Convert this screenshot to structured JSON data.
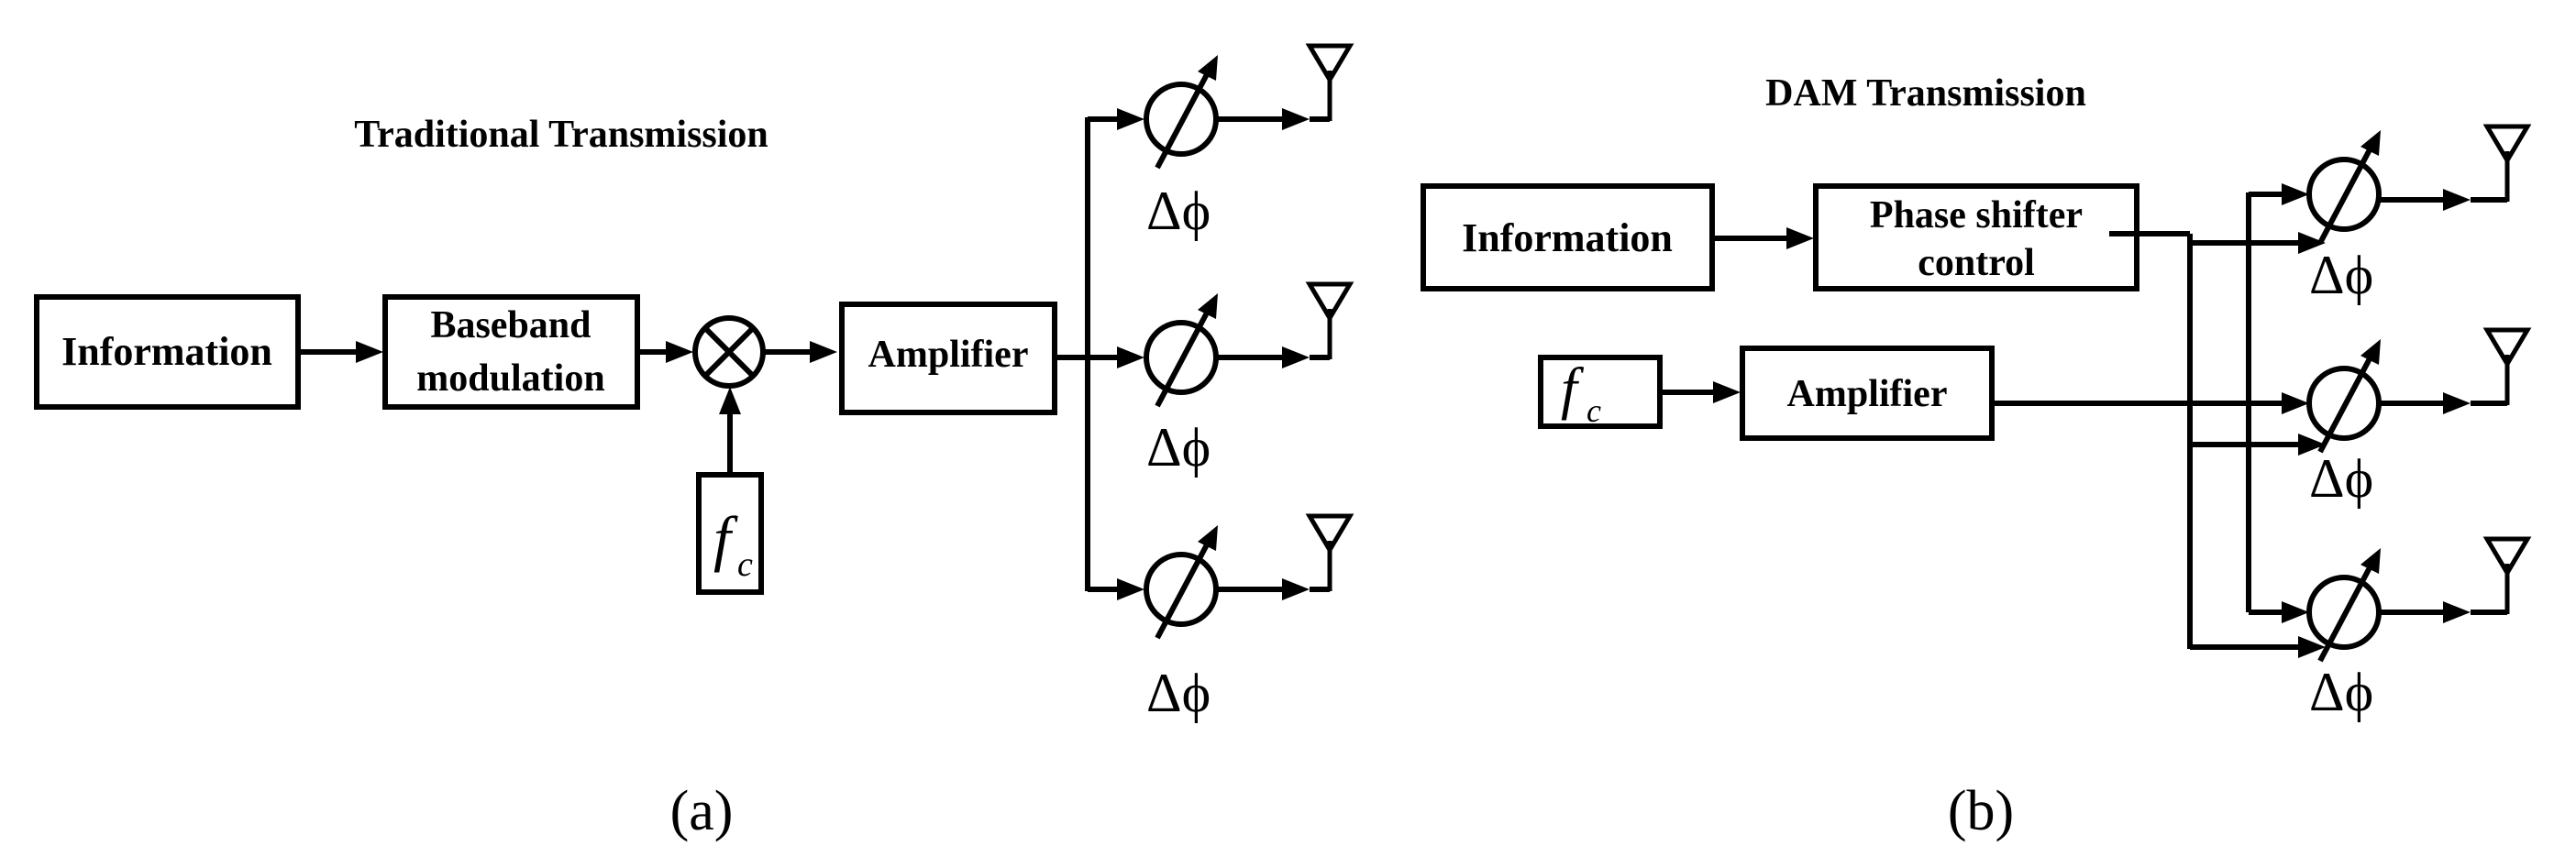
{
  "panel_a": {
    "title": "Traditional Transmission",
    "information": "Information",
    "baseband_line1": "Baseband",
    "baseband_line2": "modulation",
    "carrier": "f",
    "carrier_sub": "c",
    "amplifier": "Amplifier",
    "phase_label": "Δϕ",
    "caption": "(a)"
  },
  "panel_b": {
    "title": "DAM Transmission",
    "information": "Information",
    "phase_control_line1": "Phase shifter",
    "phase_control_line2": "control",
    "carrier": "f",
    "carrier_sub": "c",
    "amplifier": "Amplifier",
    "phase_label": "Δϕ",
    "caption": "(b)"
  }
}
